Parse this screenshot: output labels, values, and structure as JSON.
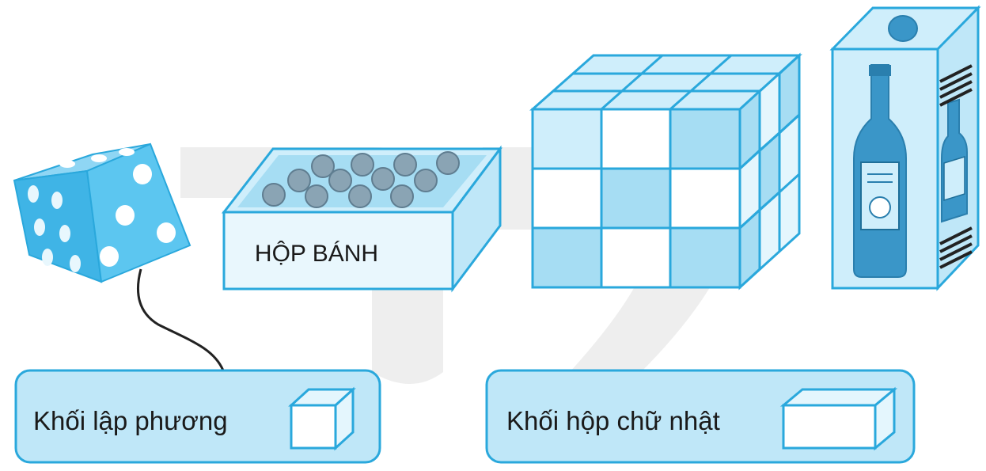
{
  "box_label": "HỘP BÁNH",
  "categories": [
    {
      "label": "Khối lập phương",
      "icon": "cube-icon"
    },
    {
      "label": "Khối hộp chữ nhật",
      "icon": "rectangular-prism-icon"
    }
  ],
  "colors": {
    "face_light": "#cfeefb",
    "face_mid": "#a6ddf3",
    "face_dark": "#7fcbea",
    "stroke": "#2aa8dc",
    "dice": "#4cc0ee",
    "candy": "#8aa4b4",
    "bottle": "#3a96c8",
    "watermark": "#eeeeee"
  }
}
